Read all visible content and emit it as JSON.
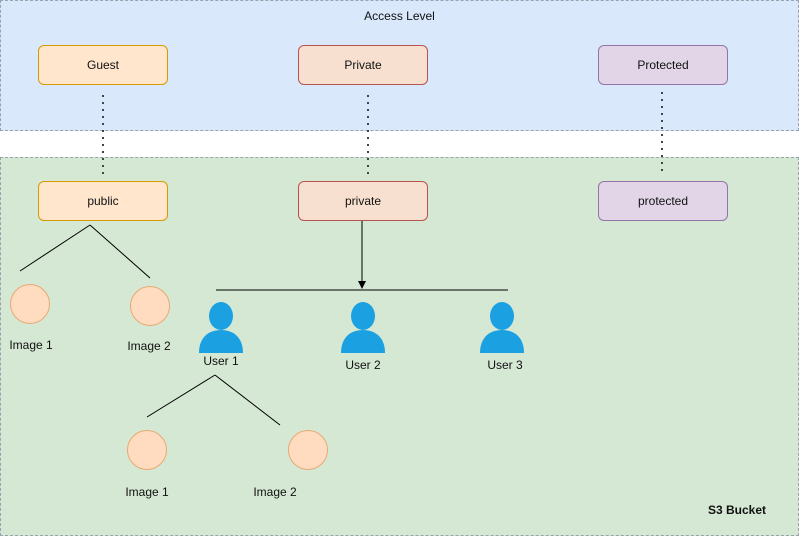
{
  "access_level": {
    "title": "Access Level",
    "nodes": [
      {
        "label": "Guest",
        "color": "#ffe6cc"
      },
      {
        "label": "Private",
        "color": "#f8e0d0"
      },
      {
        "label": "Protected",
        "color": "#e1d5e7"
      }
    ]
  },
  "s3_bucket": {
    "title": "S3 Bucket",
    "folders": [
      {
        "label": "public"
      },
      {
        "label": "private"
      },
      {
        "label": "protected"
      }
    ],
    "public_images": [
      "Image 1",
      "Image 2"
    ],
    "users": [
      "User 1",
      "User 2",
      "User 3"
    ],
    "user1_images": [
      "Image 1",
      "Image 2"
    ]
  },
  "colors": {
    "access_zone": "#dae8fc",
    "bucket_zone": "#d5e8d4",
    "user_icon": "#1ba1e2",
    "image_circle": "#ffdcc0"
  },
  "icons": {
    "user": "user-icon",
    "image": "image-circle"
  }
}
